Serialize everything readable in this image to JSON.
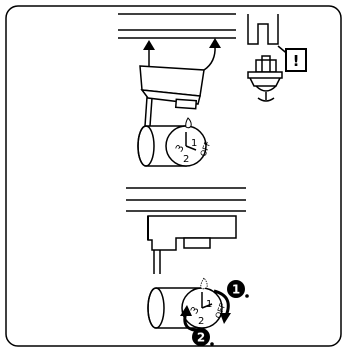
{
  "warning_symbol": "!",
  "dial_top": {
    "labels": {
      "off": "OFF",
      "one": "1",
      "two": "2",
      "three": "3"
    }
  },
  "dial_bottom": {
    "labels": {
      "off": "OFF",
      "one": "1",
      "two": "2",
      "three": "3"
    }
  },
  "steps": [
    {
      "number": "1"
    },
    {
      "number": "2"
    }
  ],
  "colors": {
    "stroke": "#000000",
    "fill": "#ffffff",
    "badge": "#000000"
  }
}
